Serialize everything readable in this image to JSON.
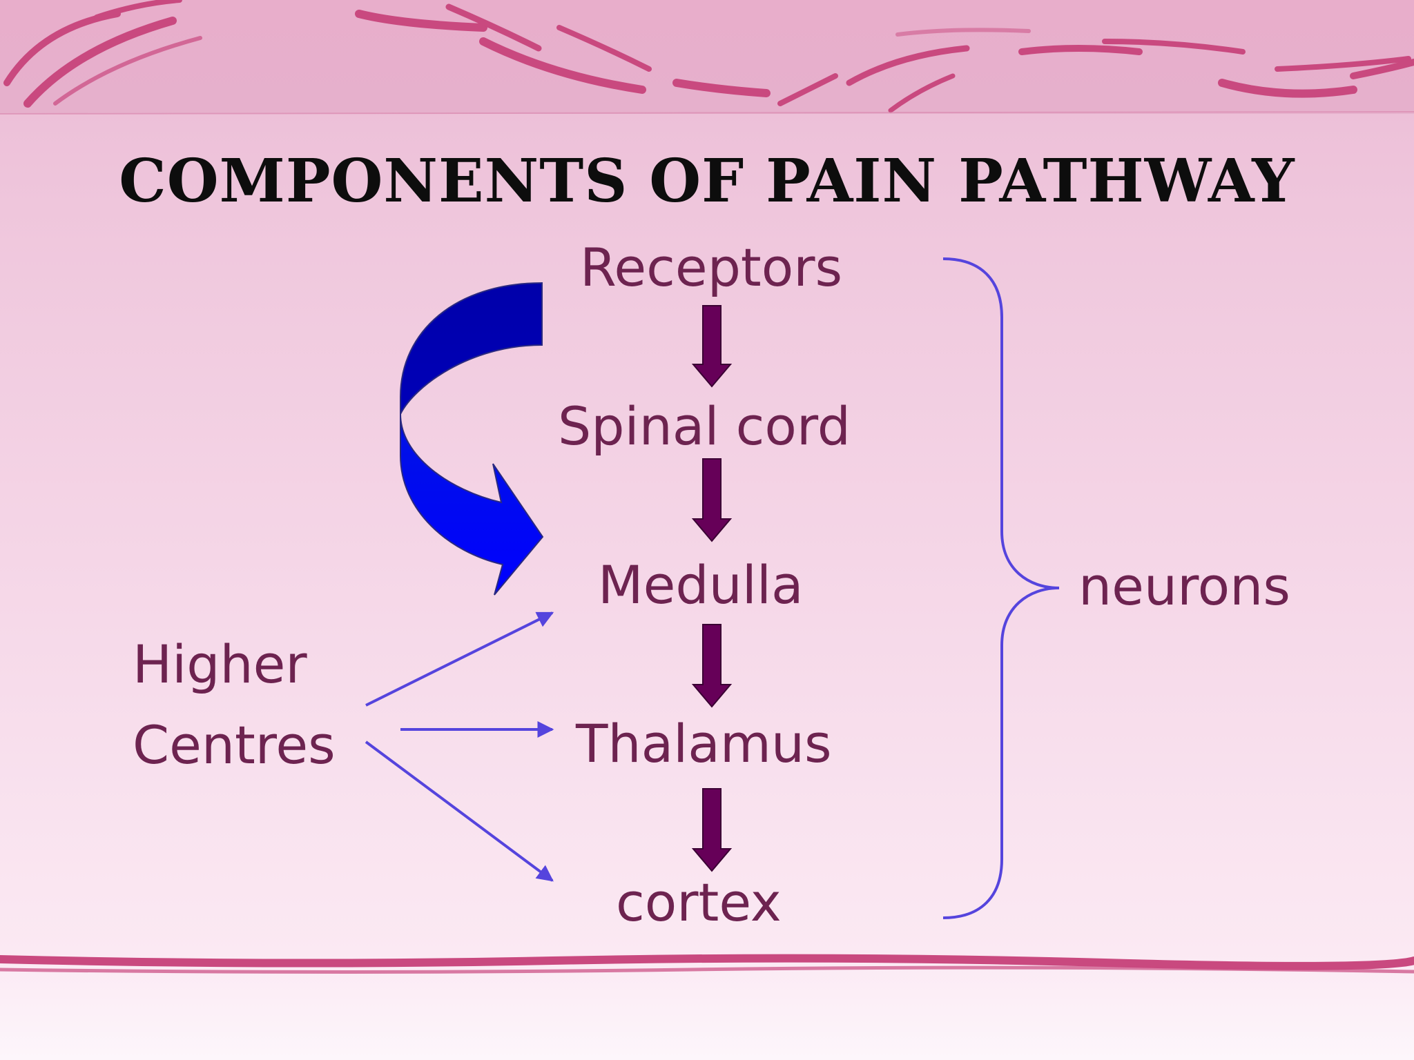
{
  "slide": {
    "title": "COMPONENTS OF PAIN PATHWAY"
  },
  "pathway": {
    "stages": [
      {
        "label": "Receptors"
      },
      {
        "label": "Spinal cord"
      },
      {
        "label": "Medulla"
      },
      {
        "label": "Thalamus"
      },
      {
        "label": "cortex"
      }
    ],
    "brace_label": "neurons",
    "higher_centres": {
      "line1": "Higher",
      "line2": "Centres"
    }
  },
  "colors": {
    "stage_text": "#6d2350",
    "down_arrow": "#660058",
    "connector_line": "#5544dd",
    "curved_arrow_dark": "#0000aa",
    "curved_arrow_light": "#0000ff",
    "title_text": "#0d0d0d",
    "decor_stroke": "#c9497f"
  }
}
